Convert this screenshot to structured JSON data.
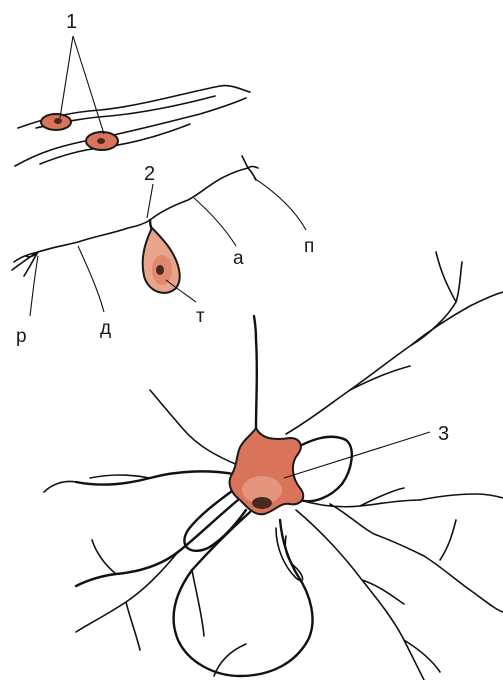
{
  "labels": {
    "bipolar": "1",
    "pseudounipolar": "2",
    "multipolar": "3",
    "receptor": "р",
    "dendrite": "д",
    "body": "т",
    "axon": "а",
    "terminal": "п"
  },
  "colors": {
    "soma_fill": "#d9735a",
    "soma_light": "#f0b8a0",
    "nucleus": "#4a2a20",
    "outline": "#111111"
  }
}
